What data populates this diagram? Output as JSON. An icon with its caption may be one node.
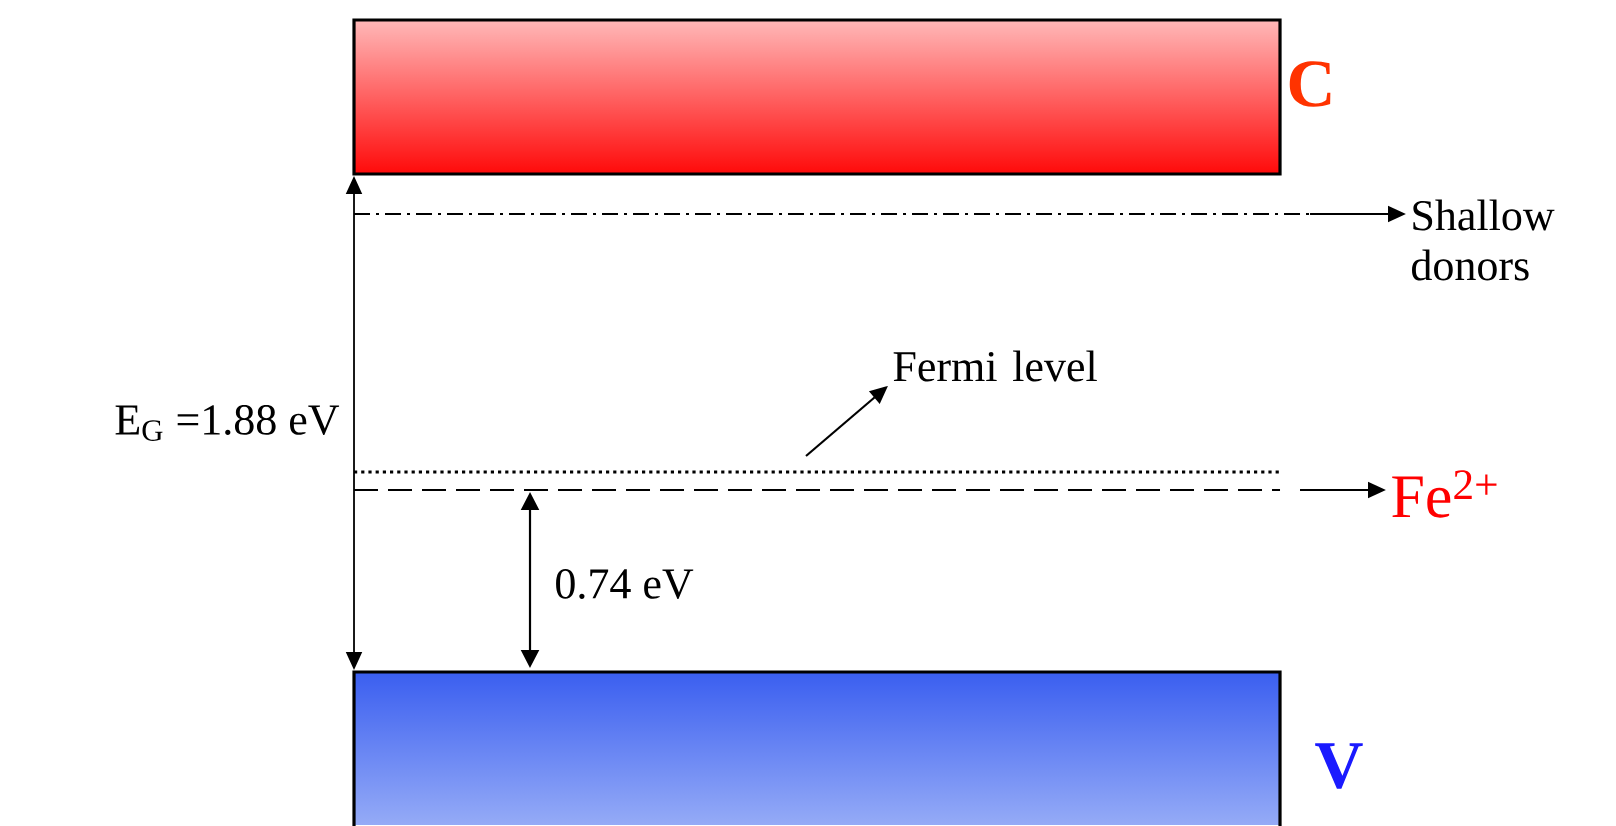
{
  "diagram": {
    "nodes": [
      {
        "text": [
          "C"
        ]
      },
      {
        "text": [
          "Shallow donors"
        ]
      },
      {
        "text": [
          "Fermi level"
        ]
      },
      {
        "text": [
          "Fe$^{2+}$"
        ]
      },
      {
        "text": [
          "V"
        ]
      }
    ],
    "edges": [
      {
        "from": 0,
        "to": 4,
        "arrow": "both",
        "label": "E$_{G}$ =1.88 eV"
      },
      {
        "from": null,
        "to": 1,
        "arrow": "to"
      },
      {
        "from": null,
        "to": 2,
        "arrow": "to"
      },
      {
        "from": null,
        "to": 3,
        "arrow": "to"
      }
    ],
    "labels": [
      "0.74 eV"
    ]
  }
}
